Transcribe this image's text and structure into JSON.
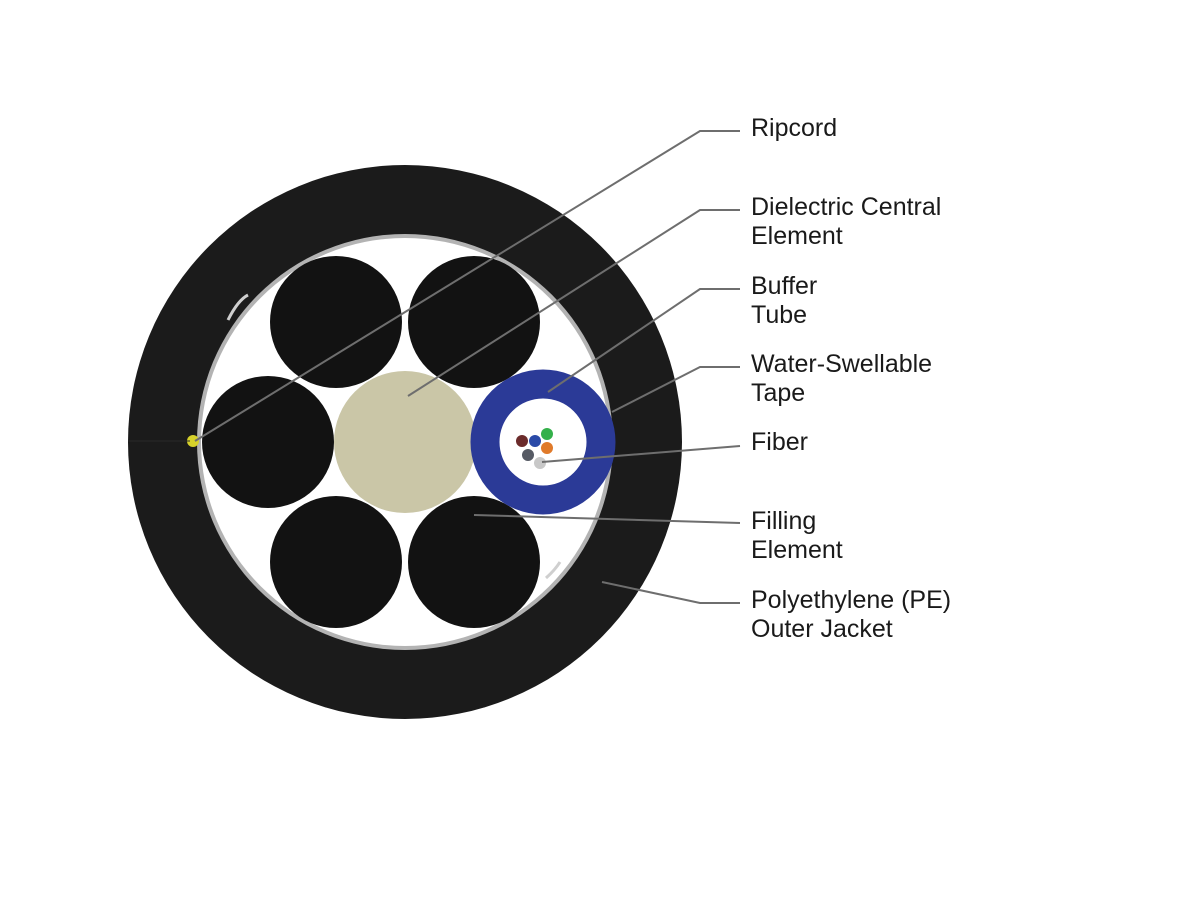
{
  "colors": {
    "jacket": "#1b1b1b",
    "tape_ring": "#b3b3b3",
    "interior": "#ffffff",
    "filling_element": "#121212",
    "central_element": "#cac6a7",
    "buffer_tube": "#2b3a97",
    "ripcord": "#d6d12a",
    "leader_line": "#6e6e6e"
  },
  "fiber_colors": [
    "#6b2b2b",
    "#2a4aa8",
    "#33b04a",
    "#565a64",
    "#e07a2a",
    "#c8c8c8"
  ],
  "labels": {
    "ripcord": [
      "Ripcord"
    ],
    "central_element": [
      "Dielectric Central",
      "Element"
    ],
    "buffer_tube": [
      "Buffer",
      "Tube"
    ],
    "water_tape": [
      "Water-Swellable",
      "Tape"
    ],
    "fiber": [
      "Fiber"
    ],
    "filling_element": [
      "Filling",
      "Element"
    ],
    "outer_jacket": [
      "Polyethylene (PE)",
      "Outer Jacket"
    ]
  }
}
